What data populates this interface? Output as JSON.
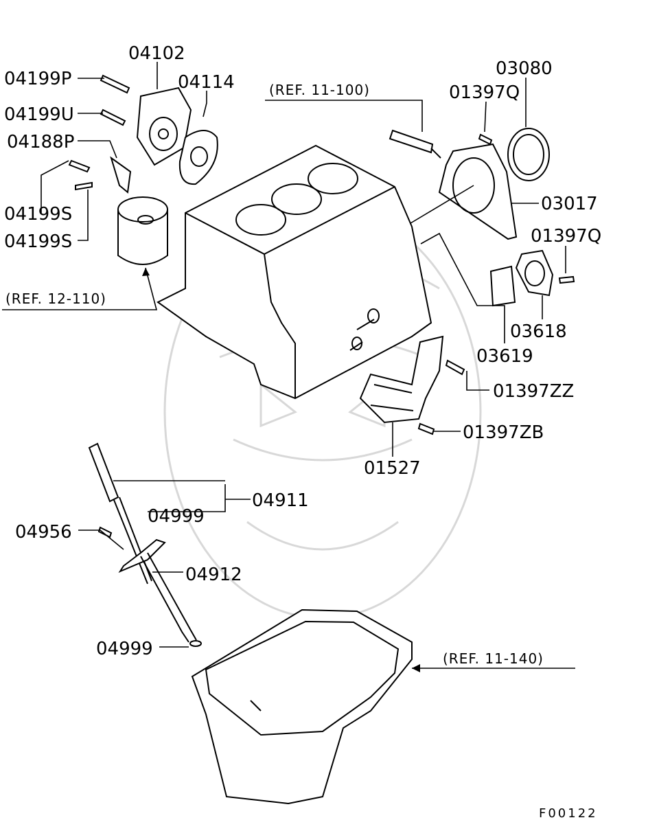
{
  "labels": {
    "p04102": "04102",
    "p04199P": "04199P",
    "p04114": "04114",
    "p04199U": "04199U",
    "p04188P": "04188P",
    "p04199S_a": "04199S",
    "p04199S_b": "04199S",
    "p03080": "03080",
    "p01397Q_a": "01397Q",
    "p03017": "03017",
    "p01397Q_b": "01397Q",
    "p03618": "03618",
    "p03619": "03619",
    "p01397ZZ": "01397ZZ",
    "p01397ZB": "01397ZB",
    "p01527": "01527",
    "p04911": "04911",
    "p04999_a": "04999",
    "p04956": "04956",
    "p04912": "04912",
    "p04999_b": "04999"
  },
  "refs": {
    "ref_11_100": "(REF. 11-100)",
    "ref_12_110": "(REF. 12-110)",
    "ref_11_140": "(REF. 11-140)"
  },
  "figure_code": "F00122"
}
